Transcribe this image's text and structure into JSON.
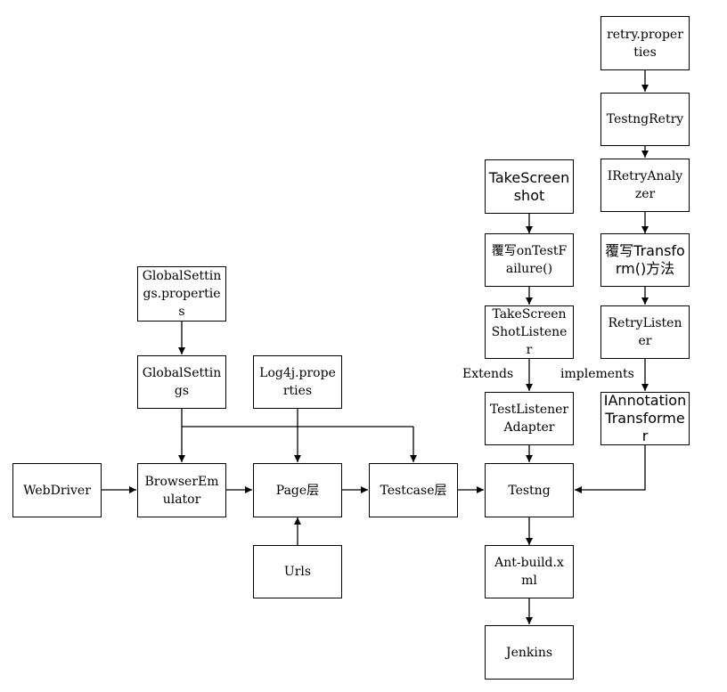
{
  "diagram": {
    "nodes": {
      "webdriver": "WebDriver",
      "global_settings_props": "GlobalSettings.properties",
      "global_settings": "GlobalSettings",
      "browser_emulator": "BrowserEmulator",
      "log4j_props": "Log4j.properties",
      "page_layer": "Page层",
      "urls": "Urls",
      "testcase_layer": "Testcase层",
      "take_screenshot": "TakeScreenshot",
      "override_on_test_failure": "覆写onTestFailure()",
      "take_screenshot_listener": "TakeScreenShotListener",
      "test_listener_adapter": "TestListenerAdapter",
      "testng": "Testng",
      "ant_build": "Ant-build.xml",
      "jenkins": "Jenkins",
      "retry_props": "retry.properties",
      "testng_retry": "TestngRetry",
      "iretry_analyzer": "IRetryAnalyzer",
      "override_transform": "覆写Transform()方法",
      "retry_listener": "RetryListener",
      "iannotation_transformer": "IAnnotationTransformer"
    },
    "edge_labels": {
      "extends": "Extends",
      "implements": "implements"
    }
  }
}
